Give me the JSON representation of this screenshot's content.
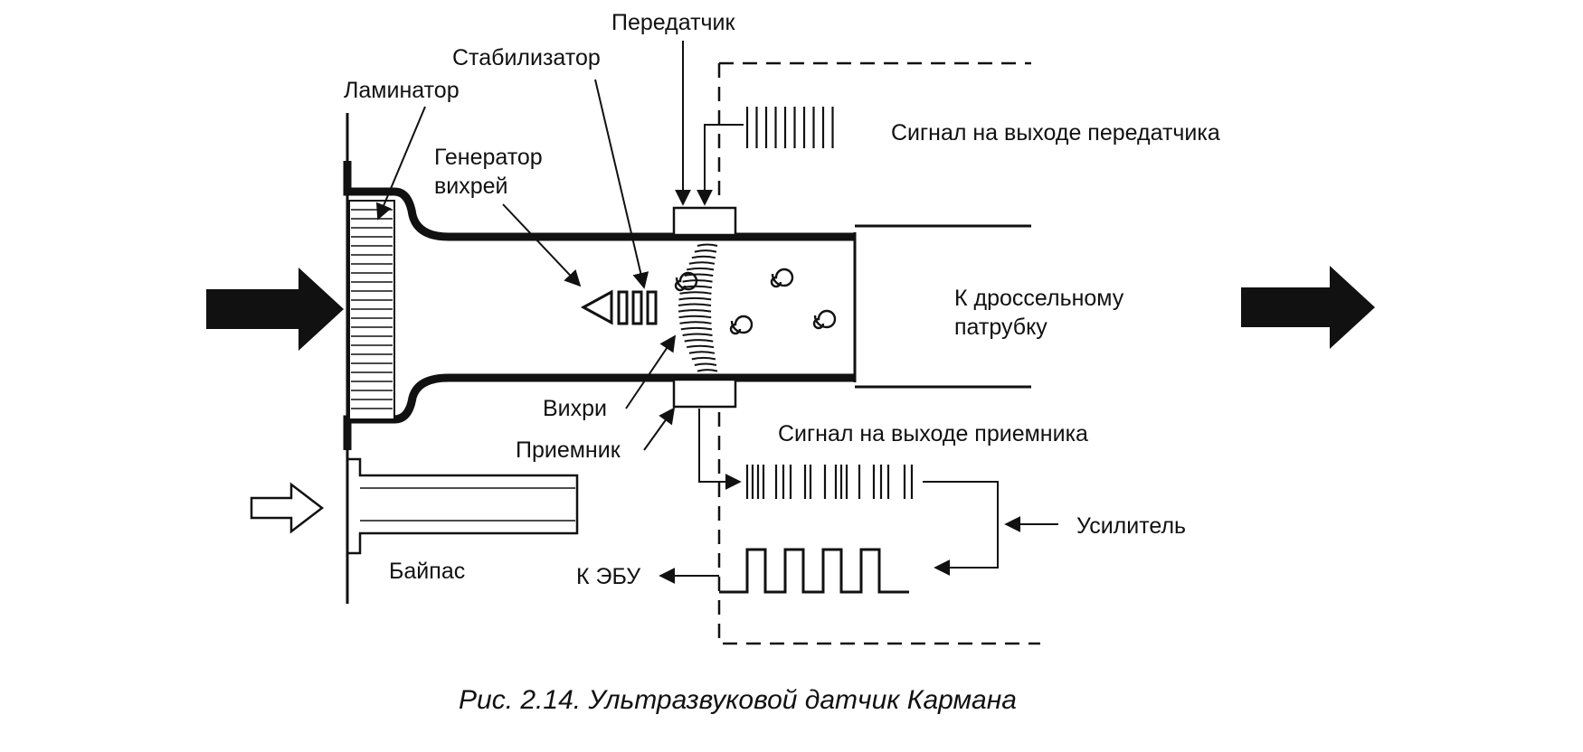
{
  "labels": {
    "transmitter": "Передатчик",
    "stabilizer": "Стабилизатор",
    "laminator": "Ламинатор",
    "vortex_generator_line1": "Генератор",
    "vortex_generator_line2": "вихрей",
    "transmitter_signal": "Сигнал на выходе передатчика",
    "to_throttle_line1": "К дроссельному",
    "to_throttle_line2": "патрубку",
    "vortices": "Вихри",
    "receiver": "Приемник",
    "receiver_signal": "Сигнал на выходе приемника",
    "amplifier": "Усилитель",
    "to_ecu": "К ЭБУ",
    "bypass": "Байпас"
  },
  "caption": "Рис. 2.14. Ультразвуковой датчик Кармана"
}
